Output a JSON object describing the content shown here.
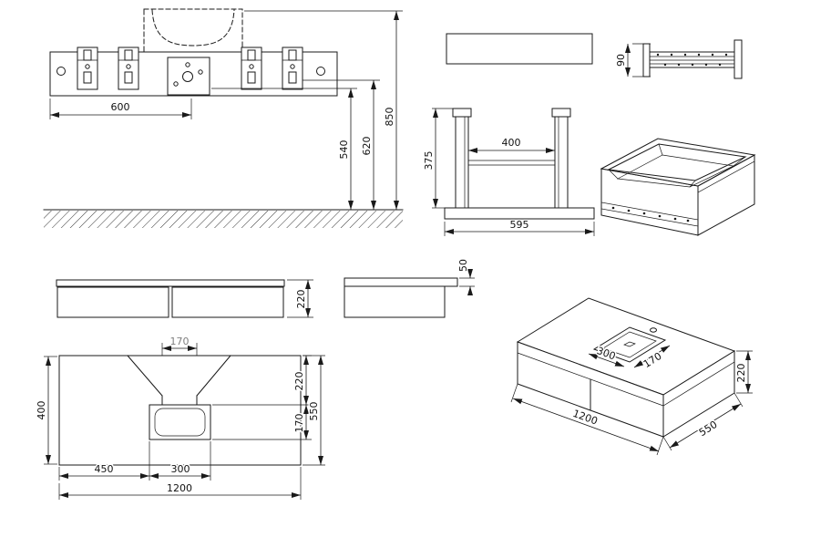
{
  "drawing": {
    "background": "#ffffff",
    "line_color": "#1a1a1a"
  },
  "dims": {
    "wall": {
      "spacing": "600",
      "h_bottom": "540",
      "h_mid": "620",
      "h_top": "850"
    },
    "slide": {
      "height": "90"
    },
    "section": {
      "inner_width": "400",
      "side_height": "375",
      "base_width": "595"
    },
    "front": {
      "height": "220"
    },
    "side": {
      "top_thickness": "50"
    },
    "plan": {
      "channel_width": "170",
      "depth_left": "400",
      "back_to_basin": "220",
      "basin_depth": "170",
      "total_depth": "550",
      "left_offset": "450",
      "basin_width": "300",
      "total_width": "1200"
    },
    "iso": {
      "basin_width": "300",
      "basin_depth": "170",
      "total_width": "1200",
      "total_depth": "550",
      "height": "220"
    }
  }
}
